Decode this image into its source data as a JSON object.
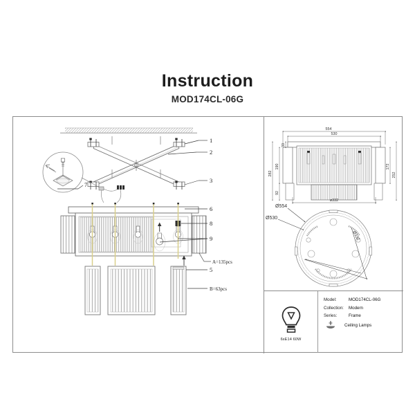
{
  "document": {
    "title": "Instruction",
    "model_code": "MOD174CL-06G"
  },
  "assembly": {
    "callouts": [
      {
        "id": "c1",
        "label": "1"
      },
      {
        "id": "c2",
        "label": "2"
      },
      {
        "id": "c3",
        "label": "3"
      },
      {
        "id": "c5",
        "label": "5"
      },
      {
        "id": "c6",
        "label": "6"
      },
      {
        "id": "c7",
        "label": "7"
      },
      {
        "id": "c8",
        "label": "8"
      },
      {
        "id": "c9",
        "label": "9"
      }
    ],
    "quantity_notes": [
      {
        "label": "A=135pcs"
      },
      {
        "label": "B=63pcs"
      }
    ]
  },
  "elevation": {
    "dimensions": {
      "overall_width": "554",
      "body_width": "530",
      "canopy_height": "30",
      "upper_height": "190",
      "total_height": "282",
      "lower_height": "92",
      "inner_height": "172",
      "right_height": "252",
      "base_diameter": "ø332"
    }
  },
  "plan": {
    "dimensions": {
      "outer_diameter": "Ø554",
      "inner_diameter": "Ø530",
      "center_diameter": "Ø332"
    }
  },
  "product_info": {
    "bulb_spec": "6xE14 60W",
    "rows": [
      {
        "key": "Model:",
        "value": "MOD174CL-06G"
      },
      {
        "key": "Collection:",
        "value": "Modern"
      },
      {
        "key": "Series:",
        "value": "Frame"
      }
    ],
    "category": "Ceiling Lamps"
  },
  "colors": {
    "line": "#6e6e6e",
    "frame": "#8c8c8c",
    "wire": "#d9cf8a",
    "text": "#1a1a1a"
  }
}
